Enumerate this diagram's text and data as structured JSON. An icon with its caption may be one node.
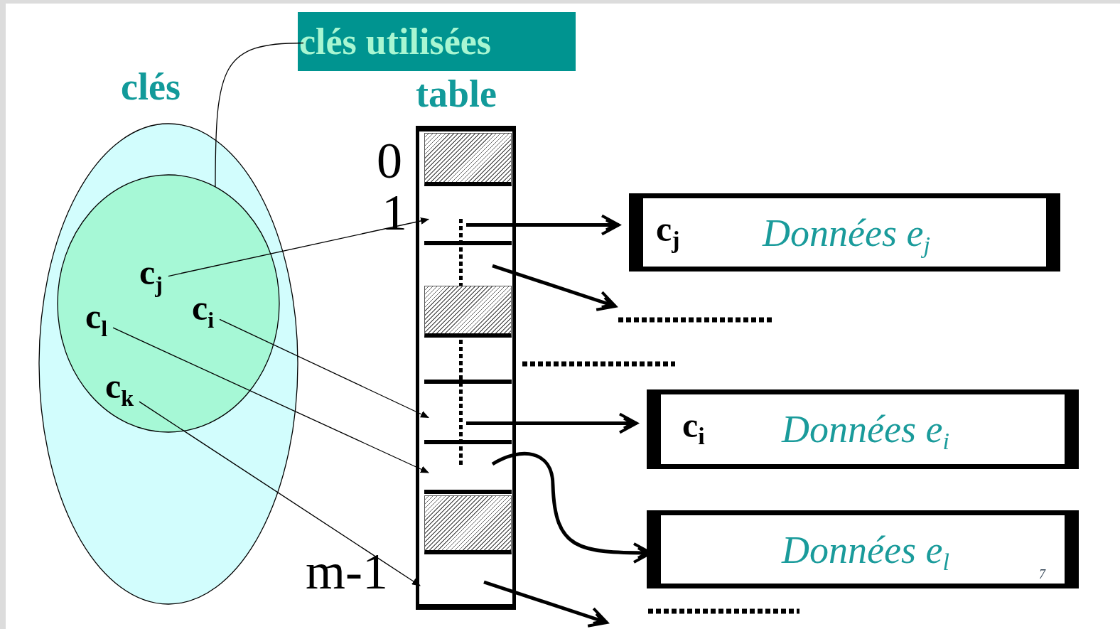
{
  "diagram": {
    "nodes": [
      {
        "text": [
          "clés"
        ]
      },
      {
        "text": [],
        "shape": "circle",
        "in": 0
      },
      {
        "text": [
          "clés utilisées"
        ]
      },
      {
        "text": [
          "c$_{j}$"
        ],
        "in": 1
      },
      {
        "text": [
          "c$_{i}$"
        ],
        "in": 1
      },
      {
        "text": [
          "c$_{l}$"
        ],
        "in": 1
      },
      {
        "text": [
          "c$_{k}$"
        ],
        "in": 1
      },
      {
        "text": [
          "table"
        ]
      },
      {
        "text": [],
        "shape": "block",
        "in": 7,
        "beside": [
          "0"
        ]
      },
      {
        "text": [],
        "shape": "box",
        "in": 7,
        "beside": [
          "1"
        ]
      },
      {
        "text": [],
        "shape": "box",
        "in": 7
      },
      {
        "text": [],
        "shape": "block",
        "in": 7
      },
      {
        "text": [],
        "shape": "box",
        "in": 7
      },
      {
        "text": [],
        "shape": "box",
        "in": 7
      },
      {
        "text": [],
        "shape": "box",
        "in": 7
      },
      {
        "text": [],
        "shape": "block",
        "in": 7
      },
      {
        "text": [],
        "shape": "box",
        "in": 7,
        "beside": [
          "m-1"
        ]
      },
      {
        "text": [
          "c$_{j}$",
          "Données e$_{j}$"
        ]
      },
      {
        "text": [
          "c$_{i}$",
          "Données e$_{i}$"
        ]
      },
      {
        "text": [
          "Données e$_{l}$"
        ]
      }
    ],
    "edges": [
      {
        "from": 2,
        "to": 1,
        "arrow": "none"
      },
      {
        "from": 3,
        "to": 9,
        "arrow": "to"
      },
      {
        "from": 4,
        "to": 13,
        "arrow": "to"
      },
      {
        "from": 5,
        "to": 14,
        "arrow": "to"
      },
      {
        "from": 6,
        "to": 16,
        "arrow": "to"
      },
      {
        "from": 9,
        "to": 17,
        "arrow": "to",
        "style": "thick"
      },
      {
        "from": 10,
        "to": null,
        "arrow": "to",
        "style": "thick"
      },
      {
        "from": 13,
        "to": 18,
        "arrow": "to",
        "style": "thick"
      },
      {
        "from": 14,
        "to": 19,
        "arrow": "to",
        "style": "thick"
      },
      {
        "from": 16,
        "to": null,
        "arrow": "to",
        "style": "thick"
      }
    ],
    "labels": [
      "7"
    ]
  }
}
